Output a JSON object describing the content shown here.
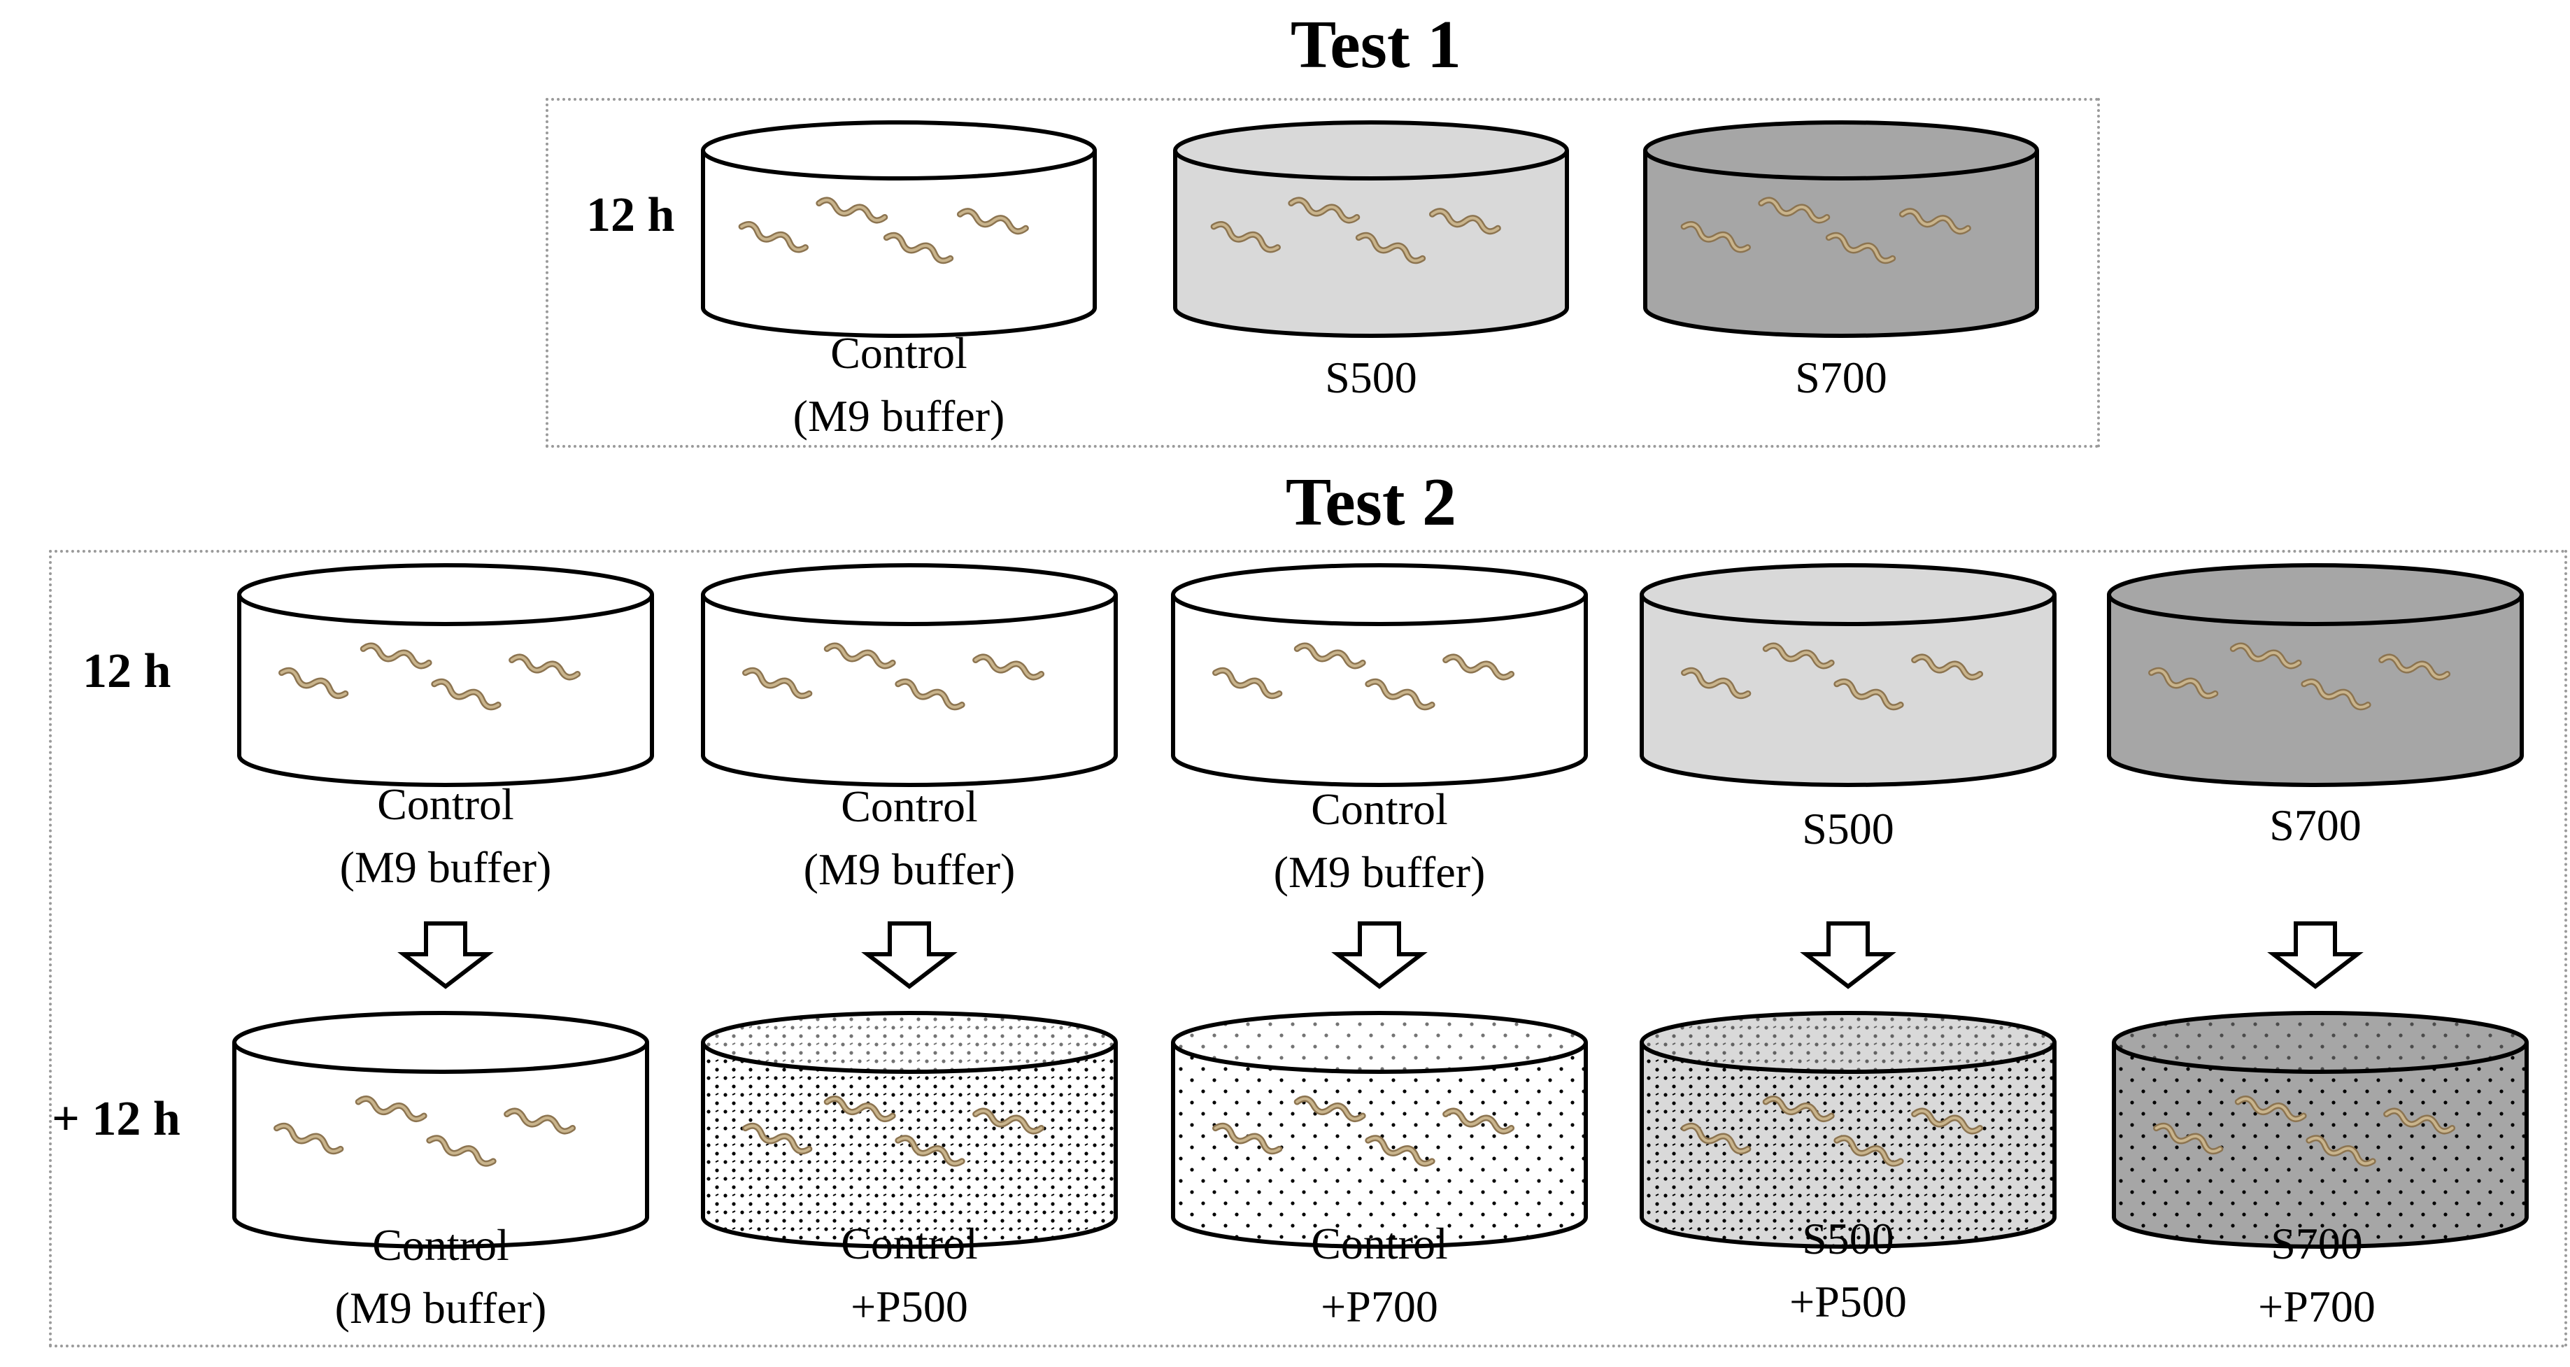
{
  "test1": {
    "title": "Test 1",
    "time_label": "12 h",
    "dishes": [
      {
        "fill": "white",
        "label_line1": "Control",
        "label_line2": "(M9 buffer)"
      },
      {
        "fill": "light-gray",
        "label_line1": "S500",
        "label_line2": ""
      },
      {
        "fill": "dark-gray",
        "label_line1": "S700",
        "label_line2": ""
      }
    ]
  },
  "test2": {
    "title": "Test 2",
    "time_label_top": "12 h",
    "time_label_bottom": "+ 12 h",
    "top_dishes": [
      {
        "fill": "white",
        "label_line1": "Control",
        "label_line2": "(M9 buffer)"
      },
      {
        "fill": "white",
        "label_line1": "Control",
        "label_line2": "(M9 buffer)"
      },
      {
        "fill": "white",
        "label_line1": "Control",
        "label_line2": "(M9 buffer)"
      },
      {
        "fill": "light-gray",
        "label_line1": "S500",
        "label_line2": ""
      },
      {
        "fill": "dark-gray",
        "label_line1": "S700",
        "label_line2": ""
      }
    ],
    "bottom_dishes": [
      {
        "fill": "white",
        "pattern": "none",
        "label_line1": "Control",
        "label_line2": "(M9 buffer)"
      },
      {
        "fill": "white",
        "pattern": "dense-dots",
        "label_line1": "Control",
        "label_line2": "+P500"
      },
      {
        "fill": "white",
        "pattern": "sparse-dots",
        "label_line1": "Control",
        "label_line2": "+P700"
      },
      {
        "fill": "light-gray",
        "pattern": "dense-dots",
        "label_line1": "S500",
        "label_line2": "+P500"
      },
      {
        "fill": "dark-gray",
        "pattern": "sparse-dots",
        "label_line1": "S700",
        "label_line2": "+P700"
      }
    ]
  },
  "colors": {
    "white": "#ffffff",
    "light-gray": "#d9d9d9",
    "dark-gray": "#a6a6a6",
    "worm": "#a08a62",
    "panel_border": "#9a9a9a"
  }
}
